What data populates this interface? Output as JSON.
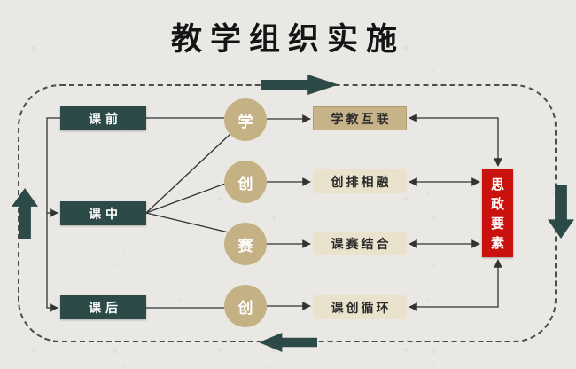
{
  "title": "教学组织实施",
  "stages": [
    {
      "label": "课前"
    },
    {
      "label": "课中"
    },
    {
      "label": "课后"
    }
  ],
  "circles": [
    {
      "label": "学"
    },
    {
      "label": "创"
    },
    {
      "label": "赛"
    },
    {
      "label": "创"
    }
  ],
  "methods": [
    {
      "label": "学教互联"
    },
    {
      "label": "创排相融"
    },
    {
      "label": "课赛结合"
    },
    {
      "label": "课创循环"
    }
  ],
  "ideology_box": {
    "label": "思政要素"
  },
  "colors": {
    "stage_box": "#2c4a47",
    "flow_arrow": "#2c4a47",
    "circle": "#c4b184",
    "method_primary": "#c6b488",
    "method_light": "#eae2cd",
    "ideology_red": "#c9120e",
    "connector_line": "#333333",
    "paper_background": "#eae8e4"
  }
}
